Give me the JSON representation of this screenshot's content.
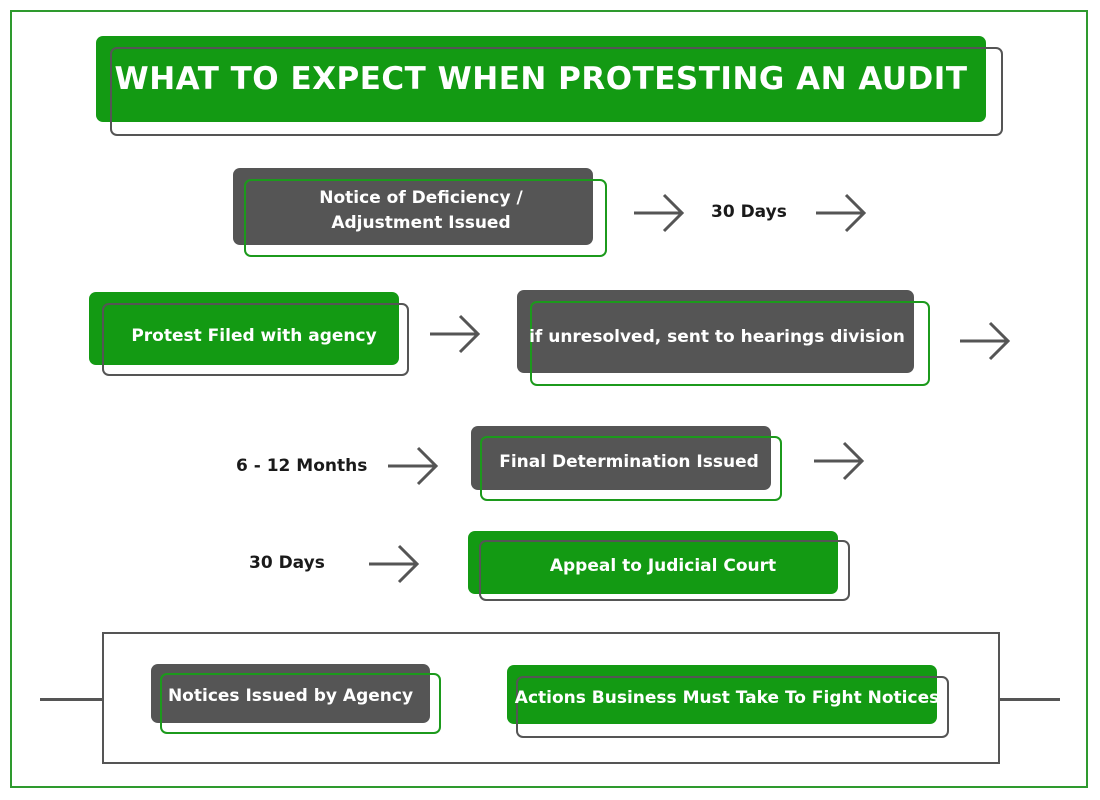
{
  "title": "WHAT TO EXPECT WHEN PROTESTING AN AUDIT",
  "steps": {
    "notice_line1": "Notice of Deficiency /",
    "notice_line2": "Adjustment Issued",
    "protest": "Protest Filed with agency",
    "hearings": "if unresolved, sent to hearings division",
    "final": "Final Determination Issued",
    "appeal": "Appeal to Judicial Court"
  },
  "durations": {
    "first": "30 Days",
    "hearing_wait": "6 - 12 Months",
    "appeal_window": "30 Days"
  },
  "legend": {
    "agency": "Notices Issued by Agency",
    "business": "Actions Business Must Take To Fight Notices"
  },
  "colors": {
    "green": "#139a13",
    "gray": "#555555",
    "frame": "#2e9a2e"
  }
}
